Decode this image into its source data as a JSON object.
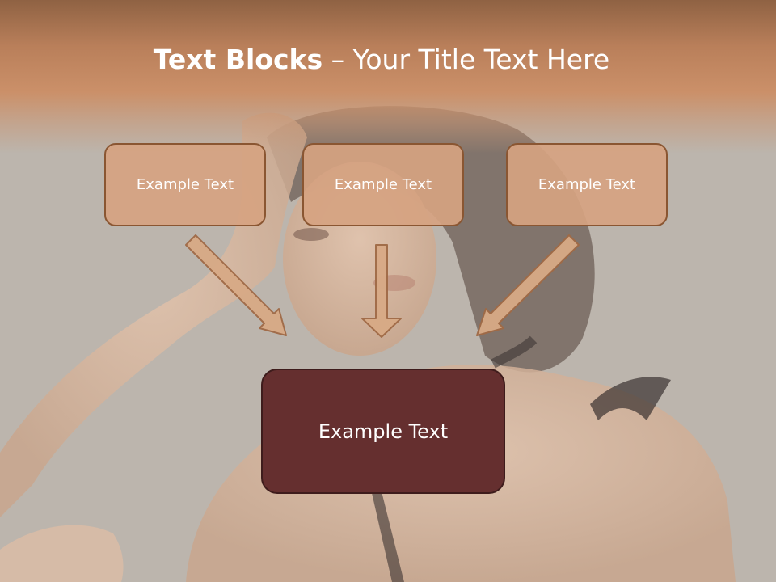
{
  "slide": {
    "title_bold": "Text Blocks",
    "title_rest": " – Your Title Text Here",
    "blocks": [
      {
        "label": "Example Text"
      },
      {
        "label": "Example Text"
      },
      {
        "label": "Example Text"
      }
    ],
    "main_block": {
      "label": "Example Text"
    }
  },
  "colors": {
    "header": "#c68b63",
    "small_block_fill": "#d6a381",
    "small_block_border": "#8a5632",
    "main_block_fill": "#652f2f",
    "arrow_fill": "#d8aa86",
    "arrow_stroke": "#a06a46"
  }
}
